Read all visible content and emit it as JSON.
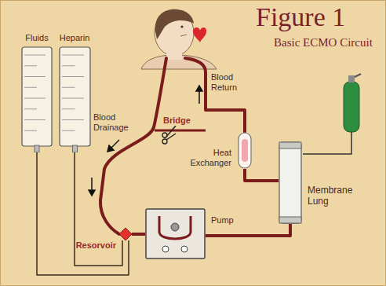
{
  "diagram": {
    "title": "Figure 1",
    "nodes": [
      {
        "text": [
          "Fluids"
        ]
      },
      {
        "text": [
          "Heparin"
        ]
      },
      {
        "text": [
          "Resorvoir"
        ]
      },
      {
        "text": [
          "Pump"
        ]
      },
      {
        "text": [
          "Heat Exchanger"
        ]
      },
      {
        "text": [
          "Membrane Lung"
        ]
      }
    ],
    "edges": [
      {
        "from": 0,
        "to": 2,
        "arrow": "none"
      },
      {
        "from": 1,
        "to": 2,
        "arrow": "none"
      },
      {
        "from": 2,
        "to": 3,
        "arrow": "none"
      },
      {
        "from": 3,
        "to": 5,
        "arrow": "none"
      },
      {
        "from": 5,
        "to": 4,
        "arrow": "none"
      }
    ],
    "labels": [
      "Basic ECMO Circuit",
      "Blood Drainage",
      "Bridge",
      "Blood Return"
    ]
  }
}
